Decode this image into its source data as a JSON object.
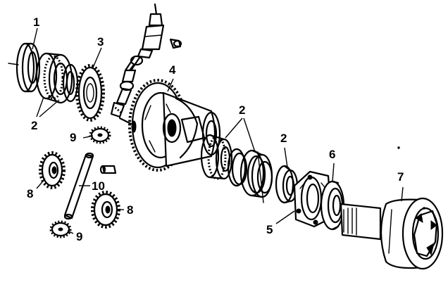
{
  "diagram": {
    "callouts": [
      {
        "id": "c1",
        "text": "1"
      },
      {
        "id": "c2a",
        "text": "2"
      },
      {
        "id": "c3",
        "text": "3"
      },
      {
        "id": "c4",
        "text": "4"
      },
      {
        "id": "c2b",
        "text": "2"
      },
      {
        "id": "c9a",
        "text": "9"
      },
      {
        "id": "c2c",
        "text": "2"
      },
      {
        "id": "c6",
        "text": "6"
      },
      {
        "id": "c7",
        "text": "7"
      },
      {
        "id": "c10",
        "text": "10"
      },
      {
        "id": "c8a",
        "text": "8"
      },
      {
        "id": "c8b",
        "text": "8"
      },
      {
        "id": "c5",
        "text": "5"
      },
      {
        "id": "c9b",
        "text": "9"
      }
    ]
  },
  "colors": {
    "ink": "#000000",
    "paper": "#ffffff"
  }
}
